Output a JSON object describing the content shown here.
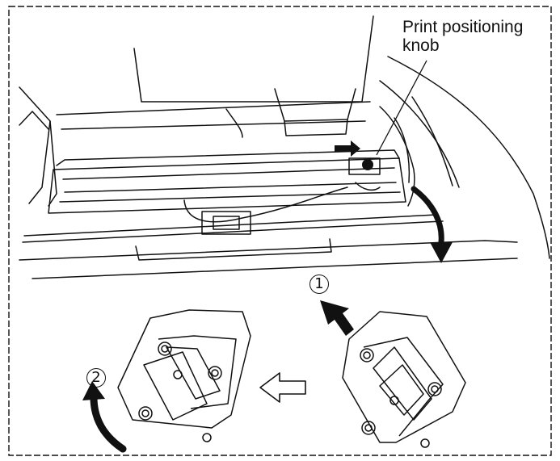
{
  "callout": {
    "line1": "Print positioning",
    "line2": "knob"
  },
  "steps": {
    "step1": "1",
    "step2": "2"
  },
  "colors": {
    "ink": "#111111",
    "paper": "#ffffff"
  }
}
